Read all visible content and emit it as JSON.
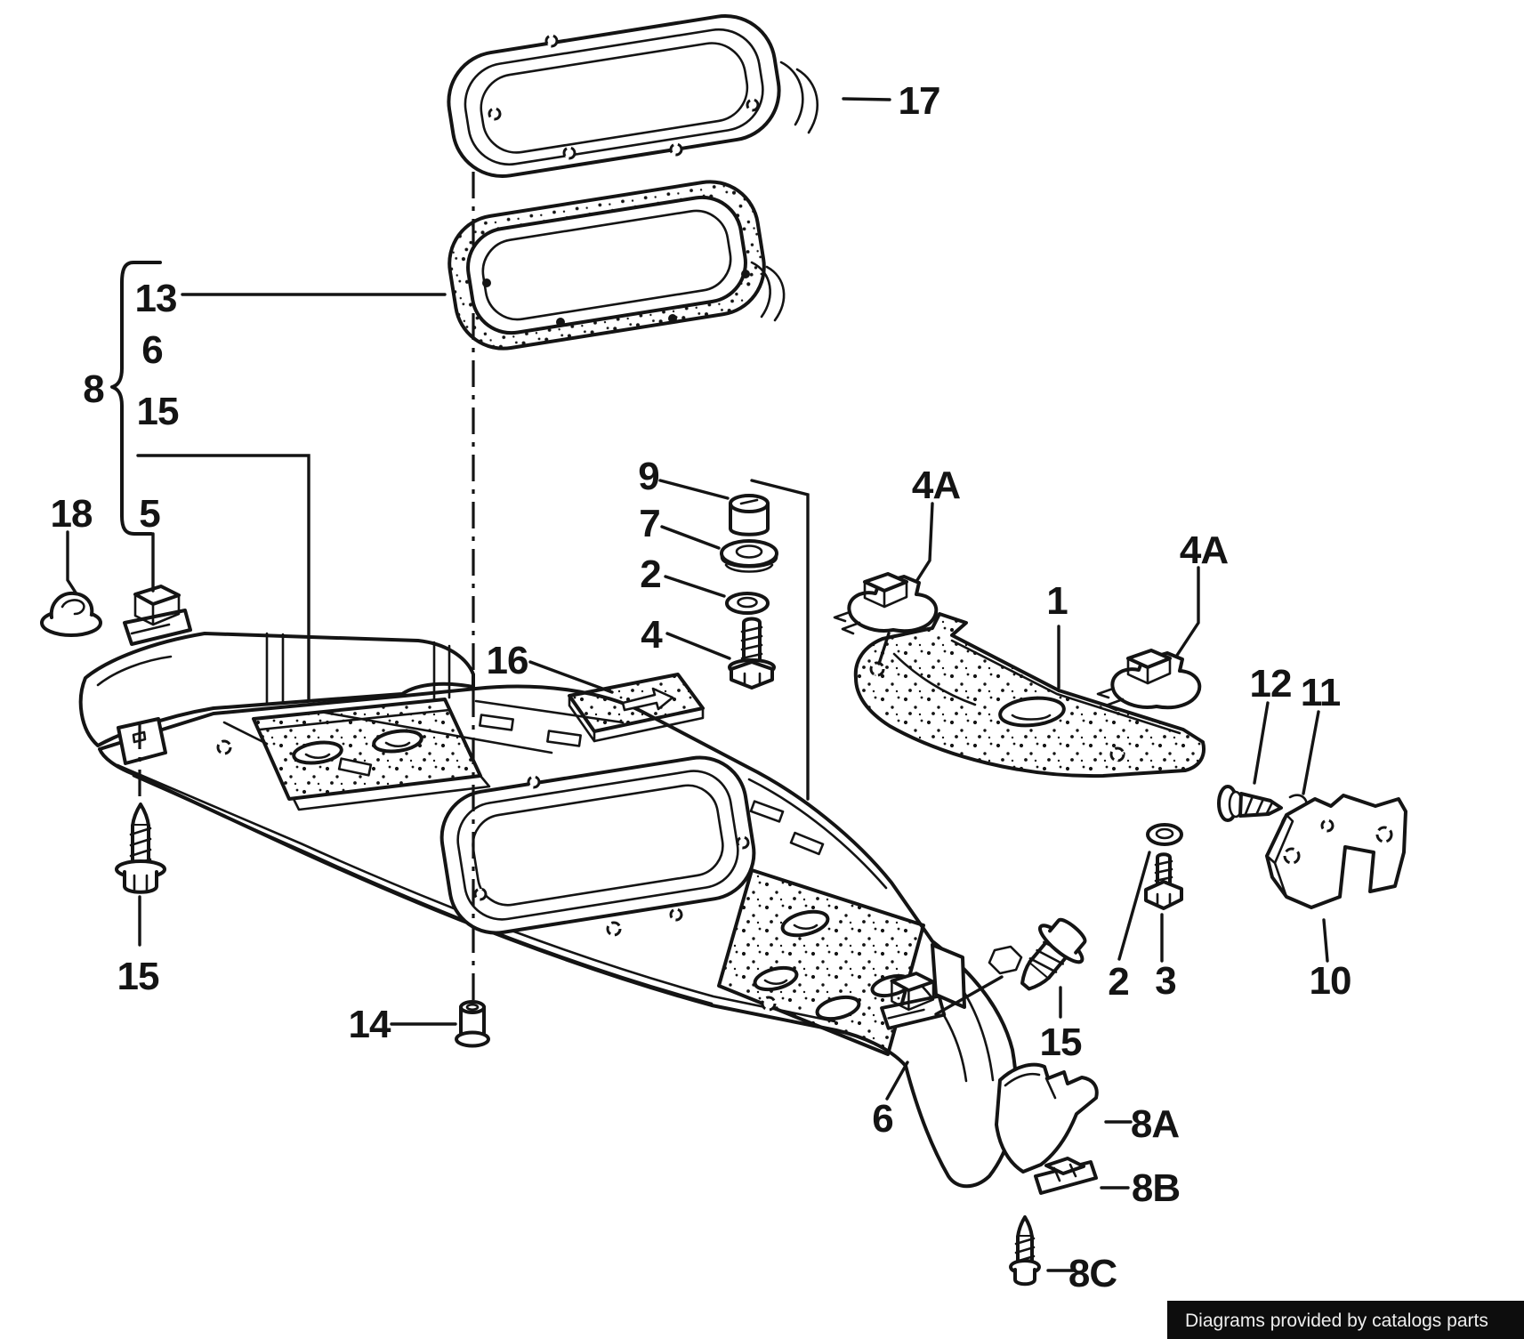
{
  "canvas": {
    "background": "#ffffff",
    "ink": "#141414"
  },
  "labels": {
    "c17": "17",
    "c13": "13",
    "c6": "6",
    "c8": "8",
    "c15": "15",
    "c18": "18",
    "c5": "5",
    "c9": "9",
    "c7": "7",
    "c2": "2",
    "c4": "4",
    "c16": "16",
    "c4aL": "4A",
    "c1": "1",
    "c4aR": "4A",
    "c12": "12",
    "c11": "11",
    "c2b": "2",
    "c3": "3",
    "c10": "10",
    "c15L": "15",
    "c15R": "15",
    "c14": "14",
    "c6b": "6",
    "c8A": "8A",
    "c8B": "8B",
    "c8C": "8C"
  },
  "watermark": {
    "text": "Diagrams provided by catalogs parts",
    "bg": "#0d0d0d",
    "fg": "#efefef"
  }
}
